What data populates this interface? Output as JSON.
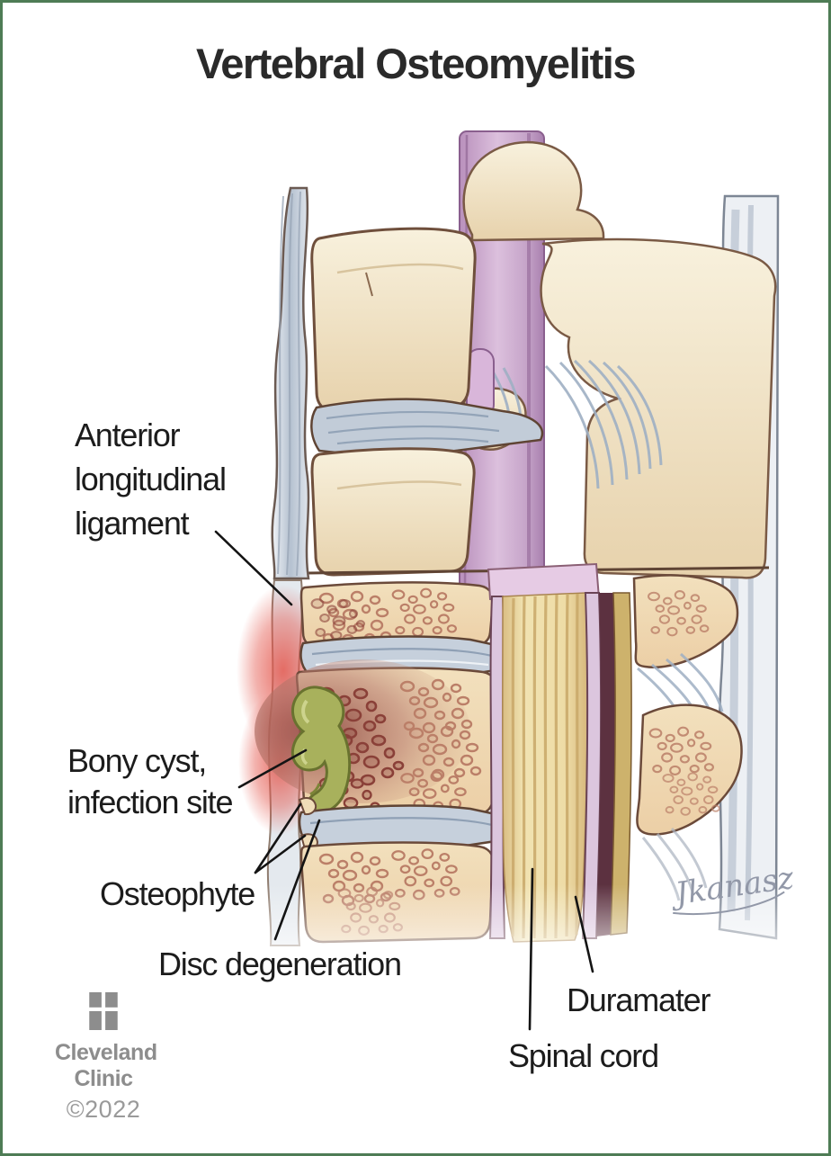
{
  "page": {
    "title": "Vertebral Osteomyelitis",
    "border_color": "#4e7c55",
    "background_color": "#ffffff"
  },
  "labels": {
    "anterior_longitudinal_ligament": {
      "line1": "Anterior",
      "line2": "longitudinal",
      "line3": "ligament"
    },
    "bony_cyst_infection_site": {
      "line1": "Bony cyst,",
      "line2": "infection site"
    },
    "osteophyte": "Osteophyte",
    "disc_degeneration": "Disc degeneration",
    "duramater": "Duramater",
    "spinal_cord": "Spinal cord"
  },
  "footer": {
    "logo_icon": "cleveland-clinic-logo-icon",
    "brand_line1": "Cleveland",
    "brand_line2": "Clinic",
    "copyright": "©2022",
    "brand_color": "#8d8d8d"
  },
  "signature": "Jkanasz",
  "illustration": {
    "subject": "Sagittal section of spine with vertebral osteomyelitis",
    "colors": {
      "bone_cream": "#f3ead2",
      "bone_shade": "#e6d2ac",
      "spongy_bone": "#eccfa6",
      "speckle": "#bb7f68",
      "infected_dark_red": "#8e4a42",
      "inflammation_red": "#e4564c",
      "cyst_green": "#a8b15c",
      "ligament_blue_gray": "#b7c3d3",
      "disc_silver_blue": "#c2ccd8",
      "spinal_canal_pink": "#cfaed0",
      "dura_lavender": "#dcc6de",
      "spinal_cord_yellow": "#eedca6",
      "cord_stripe": "#c9a869",
      "outline_brown": "#5f4434",
      "leader_line": "#141414"
    }
  }
}
